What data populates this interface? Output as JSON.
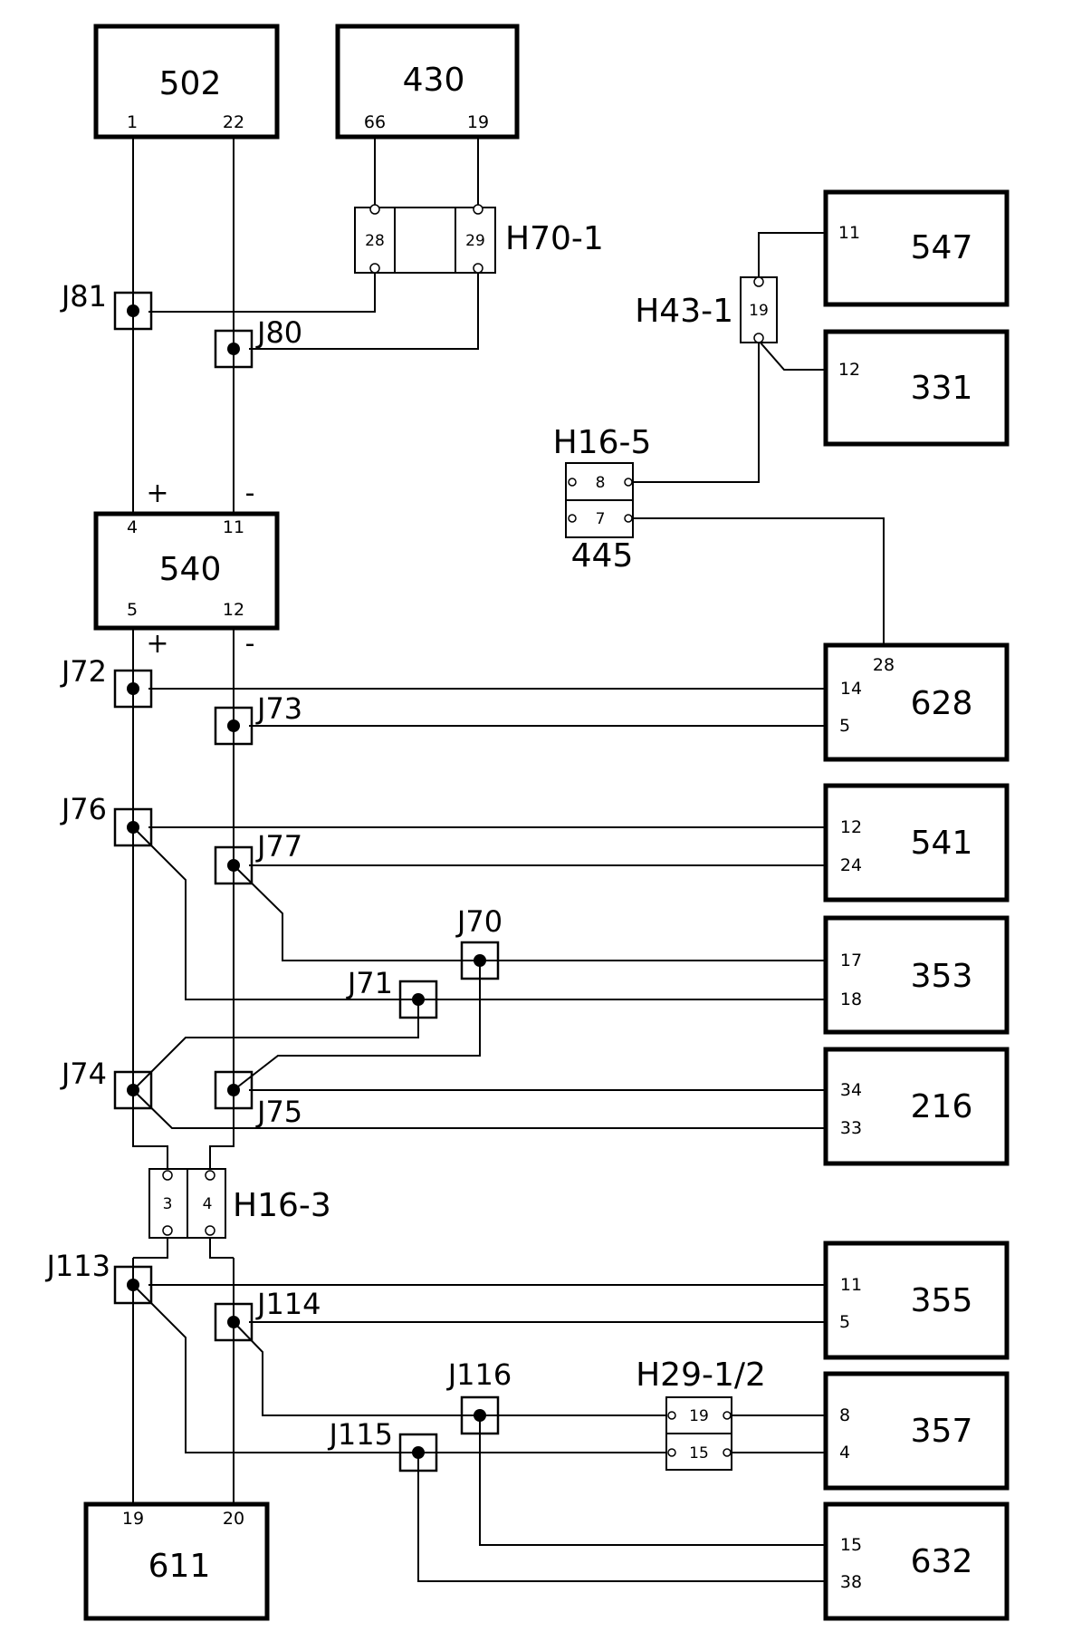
{
  "modules": {
    "m502": {
      "label": "502",
      "pin_a": "1",
      "pin_b": "22"
    },
    "m430": {
      "label": "430",
      "pin_a": "66",
      "pin_b": "19"
    },
    "m547": {
      "label": "547",
      "pin": "11"
    },
    "m331": {
      "label": "331",
      "pin": "12"
    },
    "m540": {
      "label": "540",
      "pin_tl": "4",
      "pin_tr": "11",
      "pin_bl": "5",
      "pin_br": "12"
    },
    "m628": {
      "label": "628",
      "pin_top": "28",
      "pin_a": "14",
      "pin_b": "5"
    },
    "m541": {
      "label": "541",
      "pin_a": "12",
      "pin_b": "24"
    },
    "m353": {
      "label": "353",
      "pin_a": "17",
      "pin_b": "18"
    },
    "m216": {
      "label": "216",
      "pin_a": "34",
      "pin_b": "33"
    },
    "m355": {
      "label": "355",
      "pin_a": "11",
      "pin_b": "5"
    },
    "m357": {
      "label": "357",
      "pin_a": "8",
      "pin_b": "4"
    },
    "m632": {
      "label": "632",
      "pin_a": "15",
      "pin_b": "38"
    },
    "m611": {
      "label": "611",
      "pin_a": "19",
      "pin_b": "20"
    }
  },
  "connectors": {
    "h70_1": {
      "label": "H70-1",
      "pin_a": "28",
      "pin_b": "29"
    },
    "h43_1": {
      "label": "H43-1",
      "pin": "19"
    },
    "h16_5": {
      "label": "H16-5",
      "sub_label": "445",
      "pin_a": "8",
      "pin_b": "7"
    },
    "h16_3": {
      "label": "H16-3",
      "pin_a": "3",
      "pin_b": "4"
    },
    "h29": {
      "label": "H29-1/2",
      "pin_a": "19",
      "pin_b": "15"
    }
  },
  "junctions": {
    "j81": "J81",
    "j80": "J80",
    "j72": "J72",
    "j73": "J73",
    "j76": "J76",
    "j77": "J77",
    "j70": "J70",
    "j71": "J71",
    "j74": "J74",
    "j75": "J75",
    "j113": "J113",
    "j114": "J114",
    "j116": "J116",
    "j115": "J115"
  },
  "polarity": {
    "plus": "+",
    "minus": "-"
  }
}
